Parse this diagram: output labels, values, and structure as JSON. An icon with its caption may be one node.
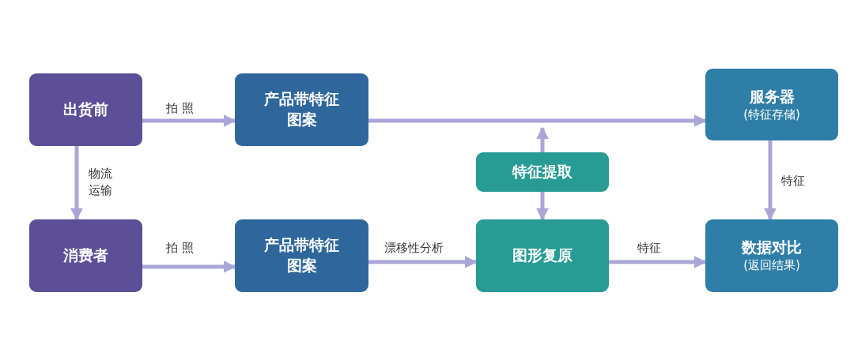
{
  "diagram": {
    "nodes": [
      {
        "text": [
          "出货前"
        ]
      },
      {
        "text": [
          "产品带特征图案"
        ]
      },
      {
        "text": [
          "服务器",
          "(特征存储)"
        ]
      },
      {
        "text": [
          "特征提取"
        ]
      },
      {
        "text": [
          "消费者"
        ]
      },
      {
        "text": [
          "产品带特征图案"
        ]
      },
      {
        "text": [
          "图形复原"
        ]
      },
      {
        "text": [
          "数据对比",
          "(返回结果)"
        ]
      }
    ],
    "edges": [
      {
        "from": 0,
        "to": 1,
        "arrow": "to",
        "label": "拍 照"
      },
      {
        "from": 1,
        "to": 2,
        "arrow": "to"
      },
      {
        "from": 3,
        "to": null,
        "arrow": "to"
      },
      {
        "from": 3,
        "to": 6,
        "arrow": "to"
      },
      {
        "from": 0,
        "to": 4,
        "arrow": "to",
        "label": "物流运输"
      },
      {
        "from": 2,
        "to": 7,
        "arrow": "to",
        "label": "特征"
      },
      {
        "from": 4,
        "to": 5,
        "arrow": "to",
        "label": "拍 照"
      },
      {
        "from": 5,
        "to": 6,
        "arrow": "to",
        "label": "漂移性分析"
      },
      {
        "from": 6,
        "to": 7,
        "arrow": "to",
        "label": "特征"
      }
    ]
  }
}
